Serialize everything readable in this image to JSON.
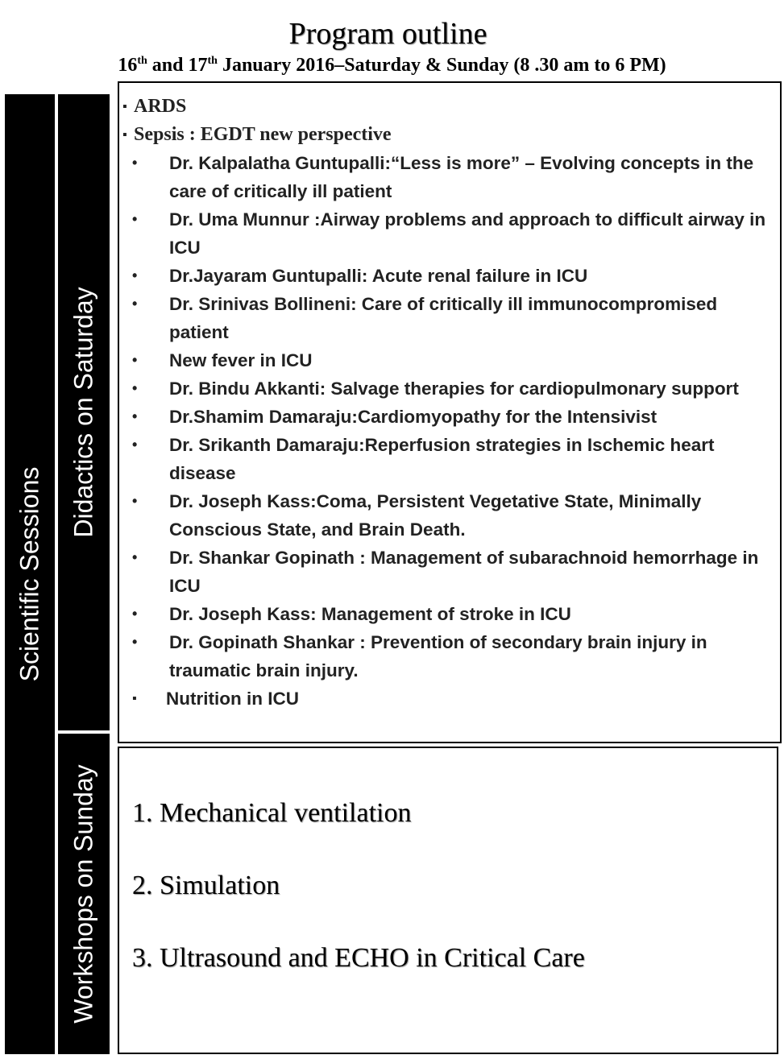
{
  "header": {
    "title": "Program outline",
    "day1": "16",
    "sup1": "th",
    "and": " and ",
    "day2": "17",
    "sup2": "th",
    "rest": " January 2016–Saturday & Sunday (8 .30 am to 6 PM)"
  },
  "sidebar": {
    "scientific_sessions": "Scientific Sessions",
    "didactics_saturday": "Didactics on Saturday",
    "workshops_sunday": "Workshops on Sunday"
  },
  "saturday": {
    "items": [
      {
        "mark": "▪",
        "text": "ARDS"
      },
      {
        "mark": "▪",
        "text": "Sepsis : EGDT new perspective"
      },
      {
        "mark": "•",
        "text": " Dr. Kalpalatha Guntupalli:“Less is more” – Evolving concepts in the care of critically ill patient"
      },
      {
        "mark": "•",
        "text": "Dr. Uma Munnur :Airway problems and approach to difficult airway in ICU"
      },
      {
        "mark": "•",
        "text": "Dr.Jayaram Guntupalli: Acute renal failure in ICU"
      },
      {
        "mark": "•",
        "text": "Dr. Srinivas Bollineni: Care of critically ill immunocompromised patient"
      },
      {
        "mark": "•",
        "text": "New fever in ICU"
      },
      {
        "mark": "•",
        "text": "Dr. Bindu Akkanti: Salvage therapies for cardiopulmonary support"
      },
      {
        "mark": "•",
        "text": "Dr.Shamim Damaraju:Cardiomyopathy for the Intensivist"
      },
      {
        "mark": "•",
        "text": "Dr. Srikanth Damaraju:Reperfusion strategies in Ischemic heart disease"
      },
      {
        "mark": "•",
        "text": "Dr. Joseph Kass:Coma, Persistent Vegetative State, Minimally Conscious State, and Brain Death."
      },
      {
        "mark": "•",
        "text": "Dr. Shankar Gopinath : Management of subarachnoid hemorrhage in ICU"
      },
      {
        "mark": "•",
        "text": "Dr. Joseph Kass: Management of stroke in ICU"
      },
      {
        "mark": "•",
        "text": "Dr. Gopinath Shankar : Prevention of secondary brain injury in traumatic brain injury."
      },
      {
        "mark": "▪",
        "text": "Nutrition in ICU"
      }
    ]
  },
  "sunday": {
    "workshops": [
      "1. Mechanical  ventilation",
      "2. Simulation",
      "3.  Ultrasound and ECHO in Critical Care"
    ]
  }
}
